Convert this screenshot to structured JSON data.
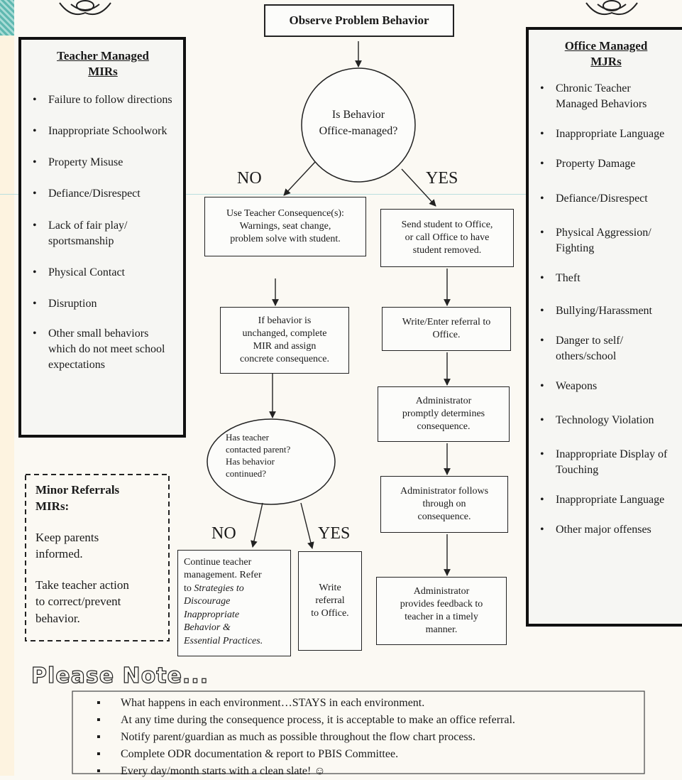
{
  "top": {
    "title": "Observe Problem Behavior"
  },
  "decision1": {
    "line1": "Is Behavior",
    "line2": "Office-managed?"
  },
  "labels": {
    "no1": "NO",
    "yes1": "YES",
    "no2": "NO",
    "yes2": "YES"
  },
  "left_branch": {
    "box1": [
      "Use Teacher Consequence(s):",
      "Warnings, seat change,",
      "problem solve with student."
    ],
    "box2": [
      "If behavior is",
      "unchanged, complete",
      "MIR and assign",
      "concrete consequence."
    ],
    "decision2": [
      "Has teacher",
      "contacted parent?",
      "Has behavior",
      "continued?"
    ],
    "continue_box": {
      "plain": [
        "Continue teacher",
        "management. Refer",
        "to "
      ],
      "italic": [
        "Strategies to",
        "Discourage",
        "Inappropriate",
        "Behavior &",
        "Essential Practices."
      ]
    },
    "write_box": [
      "Write",
      "referral",
      "to Office."
    ]
  },
  "right_branch": {
    "box1": [
      "Send student to Office,",
      "or call Office to have",
      "student removed."
    ],
    "box2": [
      "Write/Enter referral to",
      "Office."
    ],
    "box3": [
      "Administrator",
      "promptly determines",
      "consequence."
    ],
    "box4": [
      "Administrator follows",
      "through on",
      "consequence."
    ],
    "box5": [
      "Administrator",
      "provides feedback to",
      "teacher in a timely",
      "manner."
    ]
  },
  "teacher_managed": {
    "title_line1": "Teacher Managed",
    "title_line2": "MIRs",
    "items": [
      "Failure to follow directions",
      "Inappropriate Schoolwork",
      "Property Misuse",
      "Defiance/Disrespect",
      "Lack of fair play/ sportsmanship",
      "Physical Contact",
      "Disruption",
      "Other small behaviors which do not meet school expectations"
    ]
  },
  "office_managed": {
    "title_line1": "Office Managed",
    "title_line2": "MJRs",
    "items": [
      "Chronic Teacher Managed Behaviors",
      "Inappropriate Language",
      "Property Damage",
      "Defiance/Disrespect",
      "Physical Aggression/ Fighting",
      "Theft",
      "Bullying/Harassment",
      "Danger to self/ others/school",
      "Weapons",
      "Technology Violation",
      "Inappropriate Display of Touching",
      "Inappropriate Language",
      "Other major offenses"
    ]
  },
  "minor_referrals": {
    "title_line1": "Minor Referrals",
    "title_line2": "MIRs:",
    "para1": [
      "Keep parents",
      "informed."
    ],
    "para2": [
      "Take teacher action",
      "to correct/prevent",
      "behavior."
    ]
  },
  "note": {
    "heading": "Please Note...",
    "items": [
      "What happens in each environment…STAYS in each environment.",
      "At any time during the consequence process, it is acceptable to make an office referral.",
      "Notify parent/guardian as much as possible throughout the flow chart process.",
      "Complete ODR documentation & report to PBIS Committee.",
      "Every day/month starts with a clean slate! ☺"
    ]
  }
}
